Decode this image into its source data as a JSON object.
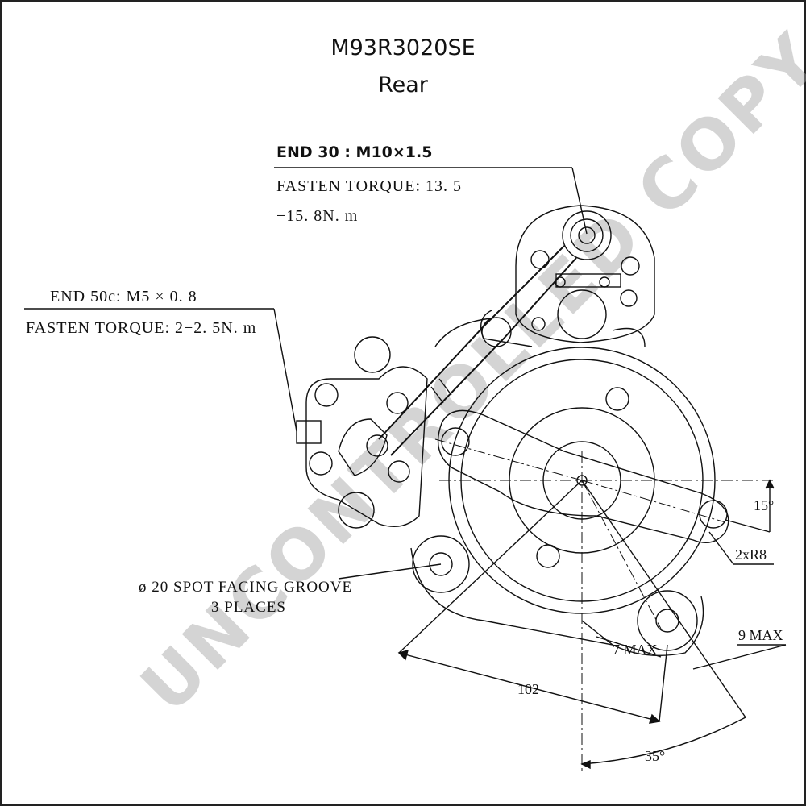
{
  "title": {
    "part_number": "M93R3020SE",
    "view": "Rear"
  },
  "labels": {
    "end30": "END 30 : M10×1.5",
    "end30_torque_1": "FASTEN TORQUE: 13. 5",
    "end30_torque_2": "−15. 8N. m",
    "end50c": "END 50c:  M5 × 0. 8",
    "end50c_torque": "FASTEN TORQUE: 2−2. 5N. m",
    "spot_facing_1": "ø 20 SPOT FACING GROOVE",
    "spot_facing_2": "3 PLACES"
  },
  "dimensions": {
    "angle_15": "15°",
    "radius": "2xR8",
    "max9": "9 MAX",
    "max7": "7 MAX",
    "length_102": "102",
    "angle_35": "35°"
  },
  "watermark": "UNCONTROLLED COPY"
}
